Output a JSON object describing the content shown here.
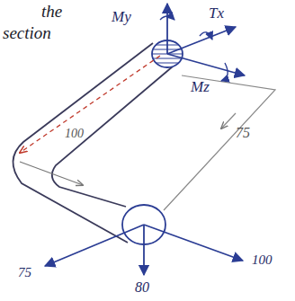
{
  "diagram": {
    "labels": [
      "the",
      "section",
      "My",
      "Tx",
      "Mz",
      "100",
      "75",
      "75",
      "100",
      "80"
    ]
  }
}
